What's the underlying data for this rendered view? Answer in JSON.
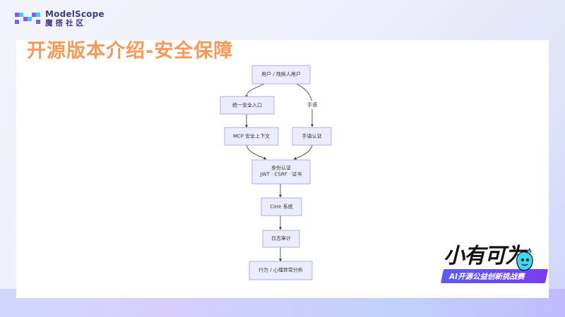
{
  "brand": {
    "name_en": "ModelScope",
    "name_cn": "魔搭社区",
    "colors": {
      "logo_a": "#7b5cf5",
      "logo_b": "#3fd0e8"
    }
  },
  "page": {
    "title": "开源版本介绍-安全保障",
    "title_color": "#f59a5a"
  },
  "flowchart": {
    "nodes": [
      {
        "id": "user",
        "label": "用户 / 残疾人用户"
      },
      {
        "id": "entry",
        "label": "统一安全入口"
      },
      {
        "id": "mcp",
        "label": "MCP 安全上下文"
      },
      {
        "id": "sign_auth",
        "label": "手语认证"
      },
      {
        "id": "identity",
        "label": "身份认证\nJWT · CSRF · 证书"
      },
      {
        "id": "core",
        "label": "Core 系统"
      },
      {
        "id": "audit",
        "label": "日志审计"
      },
      {
        "id": "behavior",
        "label": "行为 / 心理异常分析"
      }
    ],
    "edges": [
      {
        "from": "user",
        "to": "entry",
        "label": ""
      },
      {
        "from": "user",
        "to": "sign_auth",
        "label": "手语"
      },
      {
        "from": "entry",
        "to": "mcp",
        "label": ""
      },
      {
        "from": "mcp",
        "to": "identity",
        "label": ""
      },
      {
        "from": "sign_auth",
        "to": "identity",
        "label": ""
      },
      {
        "from": "identity",
        "to": "core",
        "label": ""
      },
      {
        "from": "core",
        "to": "audit",
        "label": ""
      },
      {
        "from": "audit",
        "to": "behavior",
        "label": ""
      }
    ],
    "colors": {
      "node_fill": "#ececff",
      "node_stroke": "#9f9fd8",
      "edge": "#333333"
    }
  },
  "event_badge": {
    "title": "小有可为",
    "subtitle": "AI开源公益创新挑战赛",
    "colors": {
      "bar": "#6a4cf0",
      "mascot": "#3fd6f0"
    }
  }
}
